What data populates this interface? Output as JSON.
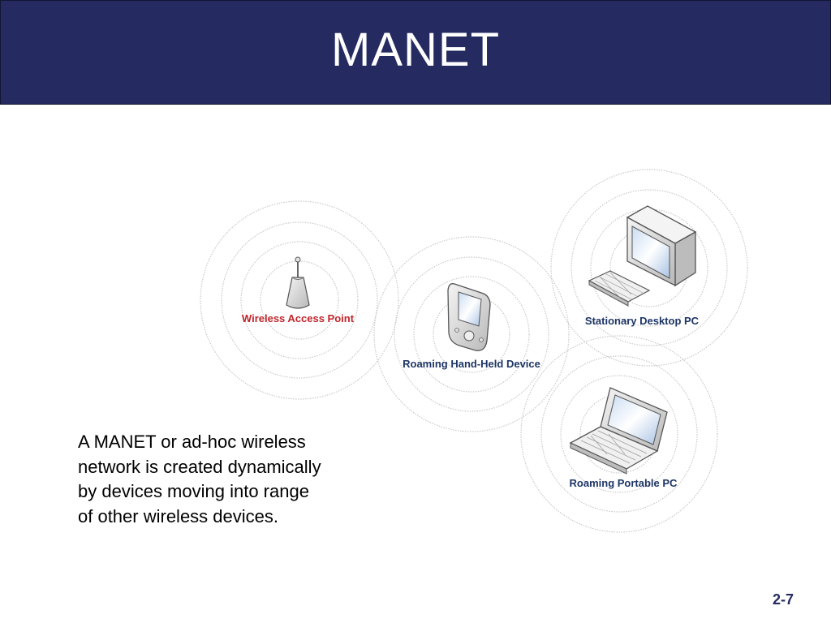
{
  "slide": {
    "title": "MANET",
    "body_text": "A MANET or ad-hoc wireless\nnetwork is created dynamically\nby devices moving into range\nof other wireless devices.",
    "page_number": "2-7"
  },
  "diagram": {
    "nodes": [
      {
        "id": "access-point",
        "label": "Wireless Access Point",
        "icon": "antenna-icon",
        "label_color": "#c0262c"
      },
      {
        "id": "handheld",
        "label": "Roaming Hand-Held Device",
        "icon": "pda-icon",
        "label_color": "#1d3566"
      },
      {
        "id": "desktop",
        "label": "Stationary Desktop PC",
        "icon": "desktop-pc-icon",
        "label_color": "#1d3566"
      },
      {
        "id": "laptop",
        "label": "Roaming Portable PC",
        "icon": "laptop-icon",
        "label_color": "#1d3566"
      }
    ]
  },
  "colors": {
    "header_bg": "#252b60",
    "title_text": "#ffffff",
    "page_number": "#252b60"
  }
}
